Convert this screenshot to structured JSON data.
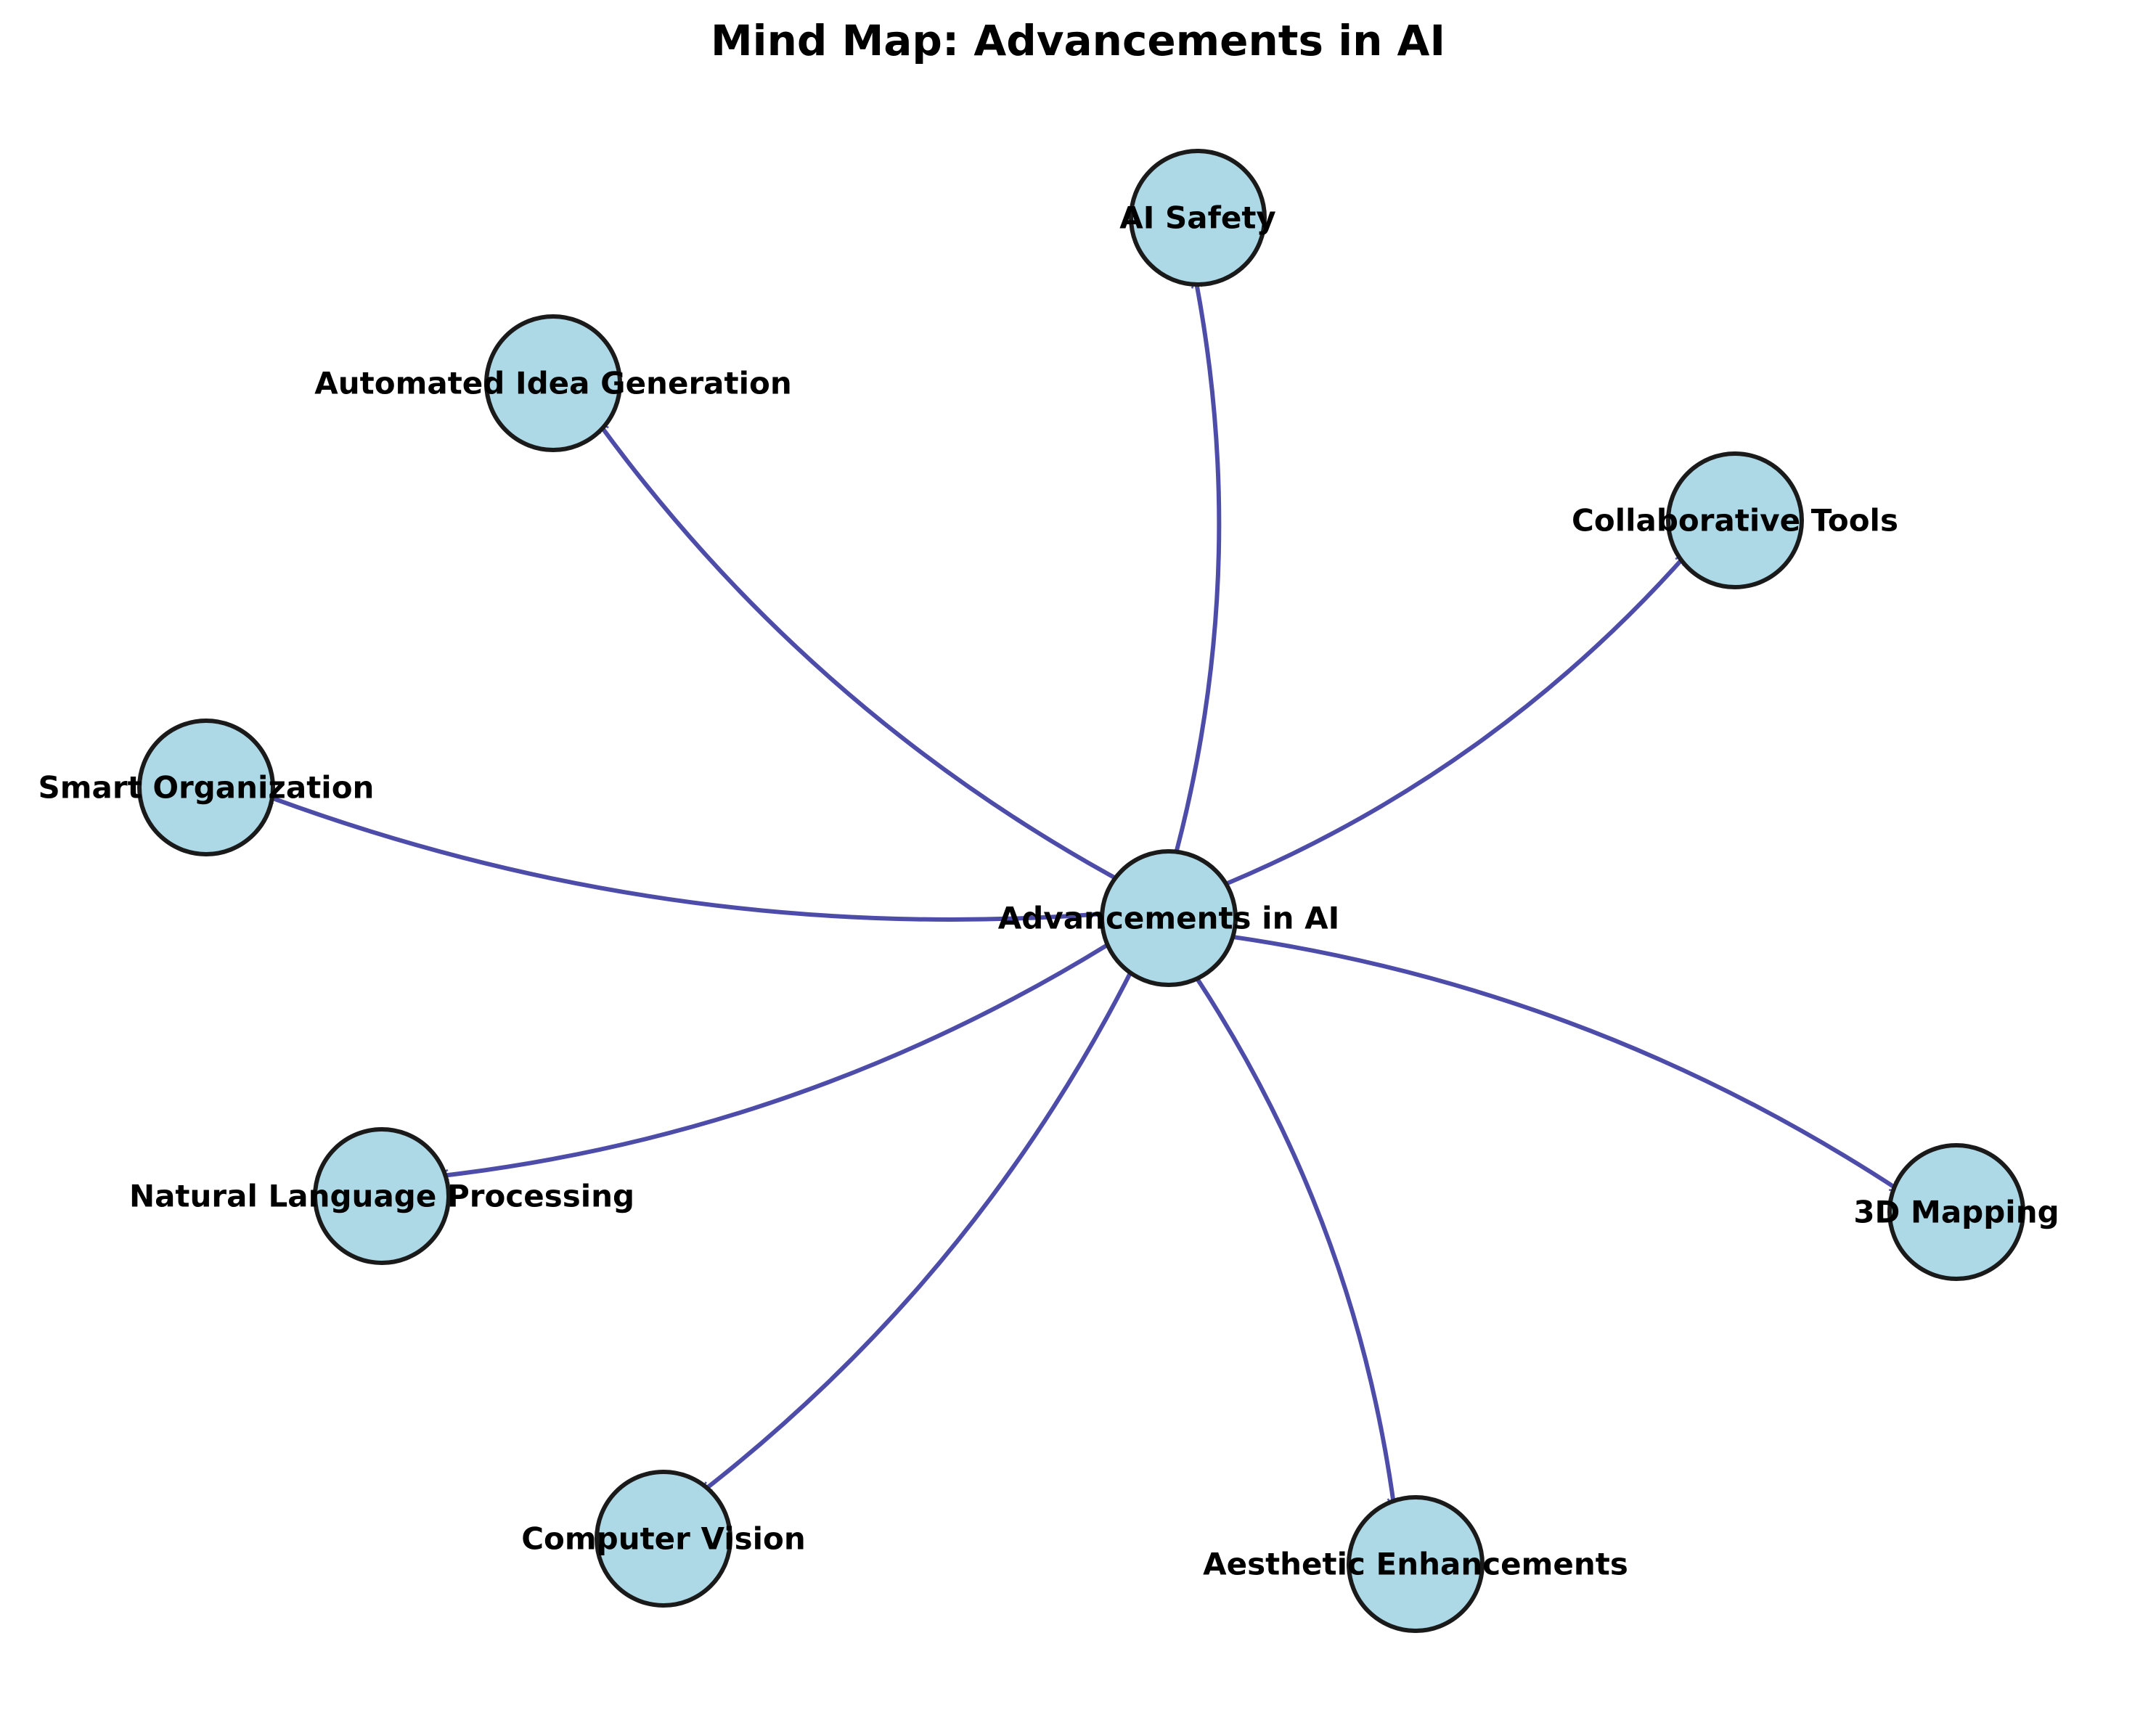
{
  "title": "Mind Map: Advancements in AI",
  "colors": {
    "node_fill": "#add8e6",
    "node_stroke": "#1a1a1a",
    "edge": "#2e2e9a",
    "background": "#ffffff"
  },
  "center": {
    "label": "Advancements in AI"
  },
  "branches": [
    {
      "id": "ai-safety",
      "label": "AI Safety"
    },
    {
      "id": "automated-idea-generation",
      "label": "Automated Idea Generation"
    },
    {
      "id": "collaborative-tools",
      "label": "Collaborative Tools"
    },
    {
      "id": "smart-organization",
      "label": "Smart Organization"
    },
    {
      "id": "natural-language-processing",
      "label": "Natural Language Processing"
    },
    {
      "id": "3d-mapping",
      "label": "3D Mapping"
    },
    {
      "id": "computer-vision",
      "label": "Computer Vision"
    },
    {
      "id": "aesthetic-enhancements",
      "label": "Aesthetic Enhancements"
    }
  ]
}
